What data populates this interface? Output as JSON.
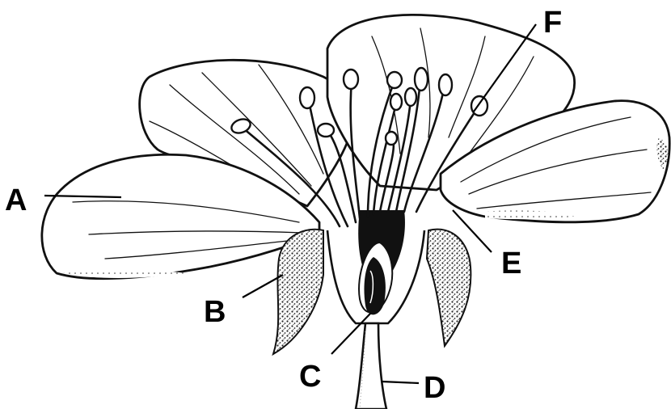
{
  "diagram": {
    "labels": {
      "A": "A",
      "B": "B",
      "C": "C",
      "D": "D",
      "E": "E",
      "F": "F"
    },
    "colors": {
      "ink": "#111111",
      "background": "#ffffff"
    }
  }
}
